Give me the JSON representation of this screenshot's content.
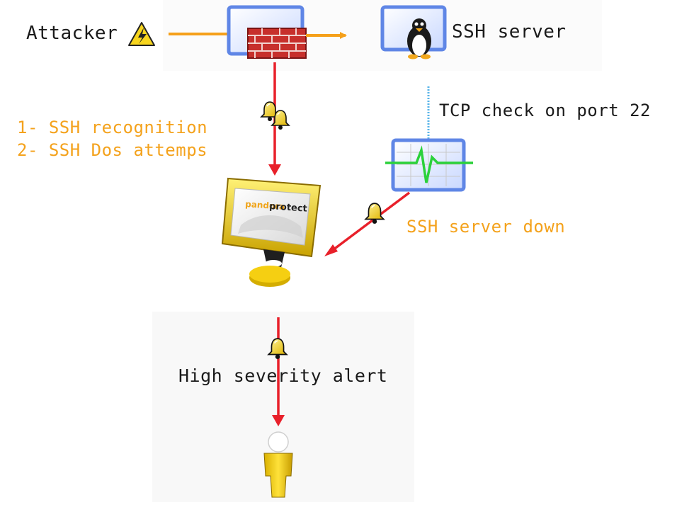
{
  "diagram": {
    "attacker_label": "Attacker",
    "ssh_server_label": "SSH server",
    "tcp_check_label": "TCP check on port 22",
    "step1_label": "1- SSH recognition",
    "step2_label": "2- SSH Dos attemps",
    "server_down_label": "SSH server down",
    "alert_label": "High severity alert",
    "monitor_logo_a": "pandora",
    "monitor_logo_b": "protect",
    "colors": {
      "attack_arrow": "#f5a01a",
      "alert_arrow": "#e8202a",
      "orange_text": "#f4a21c",
      "dark_text": "#1a1a1a",
      "bell": "#f7d51e",
      "monitor_frame": "#e9c318",
      "window_blue": "#5f86e6",
      "pulse_green": "#2bd13a",
      "tcp_line": "#5ab4e8"
    },
    "icons": [
      "warning-icon",
      "firewall-icon",
      "linux-penguin-icon",
      "network-monitor-icon",
      "bell-icon",
      "monitor-icon",
      "user-icon"
    ]
  }
}
